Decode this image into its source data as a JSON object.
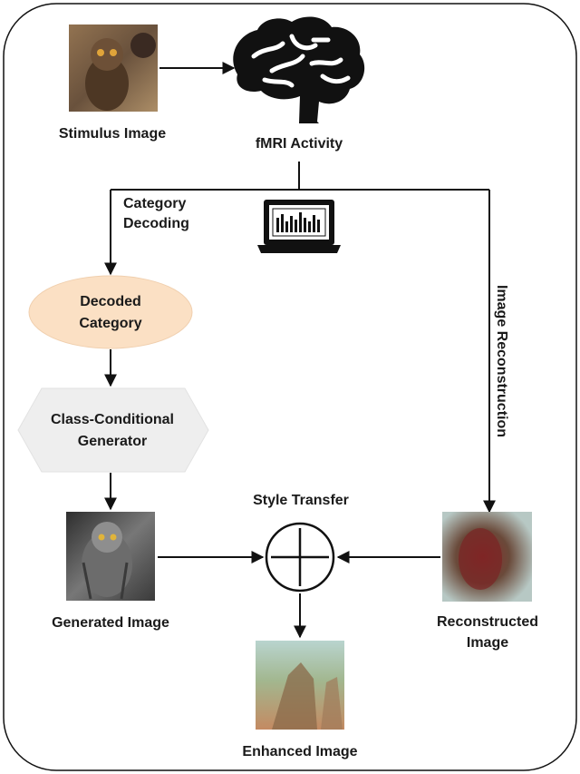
{
  "labels": {
    "stimulus": "Stimulus Image",
    "fmri": "fMRI Activity",
    "category_decoding_l1": "Category",
    "category_decoding_l2": "Decoding",
    "decoded_l1": "Decoded",
    "decoded_l2": "Category",
    "generator_l1": "Class-Conditional",
    "generator_l2": "Generator",
    "style_transfer": "Style Transfer",
    "generated": "Generated Image",
    "reconstructed_l1": "Reconstructed",
    "reconstructed_l2": "Image",
    "image_reconstruction": "Image Reconstruction",
    "enhanced": "Enhanced Image"
  },
  "colors": {
    "decoded_fill": "#fbe0c4",
    "generator_fill": "#eeeeee",
    "line": "#111111"
  },
  "icons": {
    "brain": "brain-icon",
    "laptop": "laptop-bar-chart-icon"
  }
}
